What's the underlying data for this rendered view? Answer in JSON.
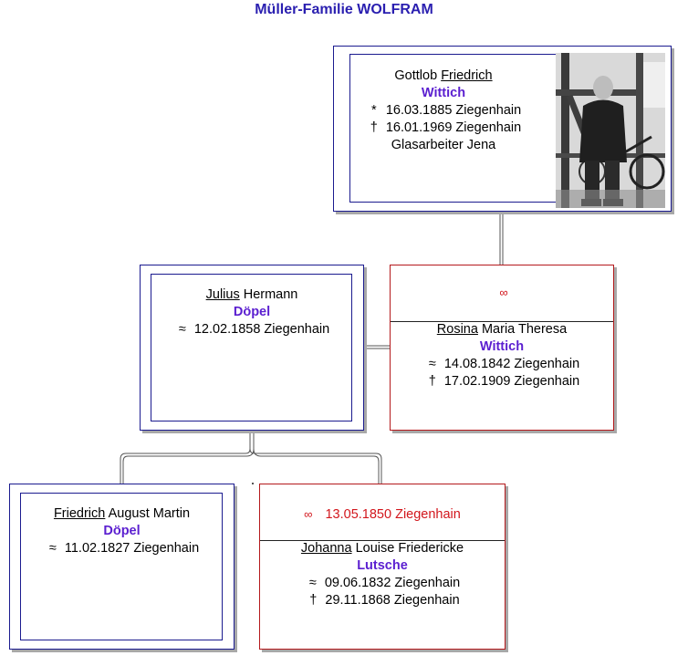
{
  "title": "Müller-Familie WOLFRAM",
  "colors": {
    "title": "#2a1fb0",
    "surname": "#5b1fd0",
    "box_blue": "#1b1b8f",
    "box_red": "#b4191c",
    "marriage_red": "#d2161c"
  },
  "symbols": {
    "birth": "*",
    "death": "†",
    "baptism": "≈",
    "marriage": "∞"
  },
  "persons": {
    "gottlob": {
      "given_first": "Gottlob",
      "given_call": "Friedrich",
      "surname": "Wittich",
      "birth": "16.03.1885 Ziegenhain",
      "death": "16.01.1969 Ziegenhain",
      "occupation": "Glasarbeiter Jena",
      "photo": "portrait-photo"
    },
    "julius": {
      "given_call": "Julius",
      "given_rest": "Hermann",
      "surname": "Döpel",
      "baptism": "12.02.1858 Ziegenhain"
    },
    "rosina": {
      "given_call": "Rosina",
      "given_rest": "Maria Theresa",
      "surname": "Wittich",
      "baptism": "14.08.1842 Ziegenhain",
      "death": "17.02.1909 Ziegenhain"
    },
    "friedrich": {
      "given_call": "Friedrich",
      "given_rest": "August Martin",
      "surname": "Döpel",
      "baptism": "11.02.1827 Ziegenhain"
    },
    "johanna": {
      "given_call": "Johanna",
      "given_rest": "Louise Friedericke",
      "surname": "Lutsche",
      "baptism": "09.06.1832 Ziegenhain",
      "death": "29.11.1868 Ziegenhain",
      "marriage": "13.05.1850 Ziegenhain"
    }
  }
}
